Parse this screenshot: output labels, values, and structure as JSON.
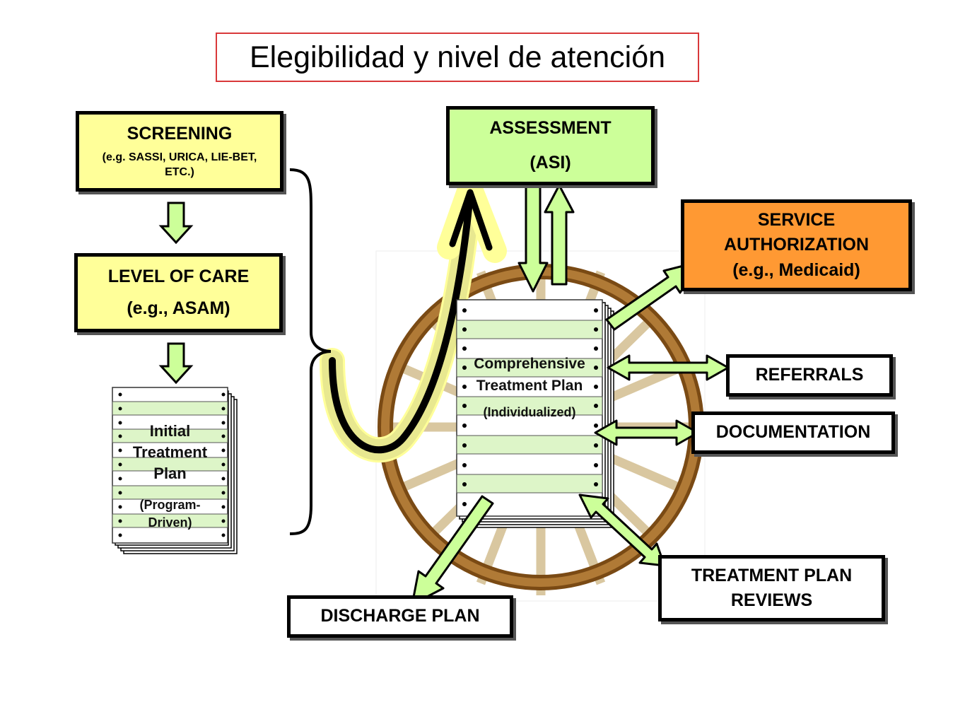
{
  "title": "Elegibilidad y nivel de atención",
  "colors": {
    "title_border": "#d9383a",
    "yellow_box": "#ffff99",
    "green_box": "#ccff99",
    "orange_box": "#ff9933",
    "wheel": "#a0682a",
    "curve_highlight": "#ffff99"
  },
  "screening": {
    "title": "SCREENING",
    "subtitle": "(e.g. SASSI, URICA, LIE-BET, ETC.)"
  },
  "level_of_care": {
    "title": "LEVEL OF CARE",
    "subtitle": "(e.g., ASAM)"
  },
  "initial_plan": {
    "line1": "Initial",
    "line2": "Treatment",
    "line3": "Plan",
    "line4": "(Program-",
    "line5": "Driven)"
  },
  "assessment": {
    "title": "ASSESSMENT",
    "subtitle": "(ASI)"
  },
  "service_authorization": {
    "line1": "SERVICE",
    "line2": "AUTHORIZATION",
    "line3": "(e.g., Medicaid)"
  },
  "comprehensive_plan": {
    "line1": "Comprehensive",
    "line2": "Treatment Plan",
    "line3": "(Individualized)"
  },
  "referrals": {
    "label": "REFERRALS"
  },
  "documentation": {
    "label": "DOCUMENTATION"
  },
  "treatment_plan_reviews": {
    "line1": "TREATMENT PLAN",
    "line2": "REVIEWS"
  },
  "discharge_plan": {
    "label": "DISCHARGE PLAN"
  }
}
